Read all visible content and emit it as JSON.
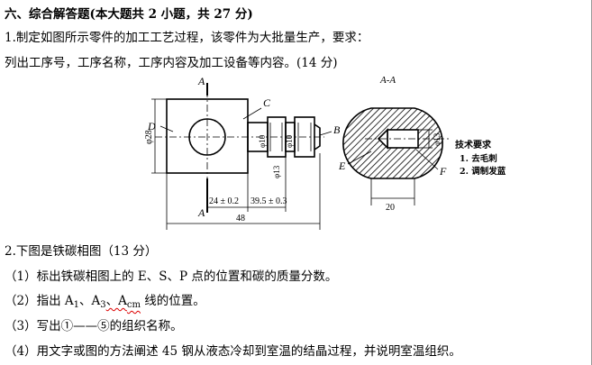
{
  "section": {
    "heading": "六、综合解答题(本大题共 2 小题，共 27 分)"
  },
  "q1": {
    "line1": "1.制定如图所示零件的加工工艺过程，该零件为大批量生产，要求：",
    "line2": "列出工序号，工序名称，工序内容及加工设备等内容。(14 分)"
  },
  "figure": {
    "labels": {
      "A_top": "A",
      "A_bottom": "A",
      "C": "C",
      "D": "D",
      "B": "B",
      "section_title": "A-A",
      "E": "E",
      "F": "F"
    },
    "dimensions": {
      "phi28": "φ28",
      "phi10_left": "φ10",
      "phi13": "φ13",
      "phi10_right": "φ10",
      "d_24": "24 ± 0.2",
      "d_39": "39.5 ± 0.3",
      "d_48": "48",
      "phi13_section": "φ13",
      "d_20": "20"
    },
    "tech_req": {
      "title": "技术要求",
      "item1": "1. 去毛刺",
      "item2": "2. 调制发蓝"
    }
  },
  "q2": {
    "title": "2.下图是铁碳相图（13 分）",
    "item1": "（1）标出铁碳相图上的 E、S、P 点的位置和碳的质量分数。",
    "item2_prefix": "（2）指出 A",
    "item2_sub1": "1",
    "item2_mid": "、A",
    "item2_sub2": "3",
    "item2_mid2": "、A",
    "item2_sub3": "cm",
    "item2_suffix": " 线的位置。",
    "item3": "（3）写出①——⑤的组织名称。",
    "item4": "（4）用文字或图的方法阐述 45 钢从液态冷却到室温的结晶过程，并说明室温组织。"
  }
}
